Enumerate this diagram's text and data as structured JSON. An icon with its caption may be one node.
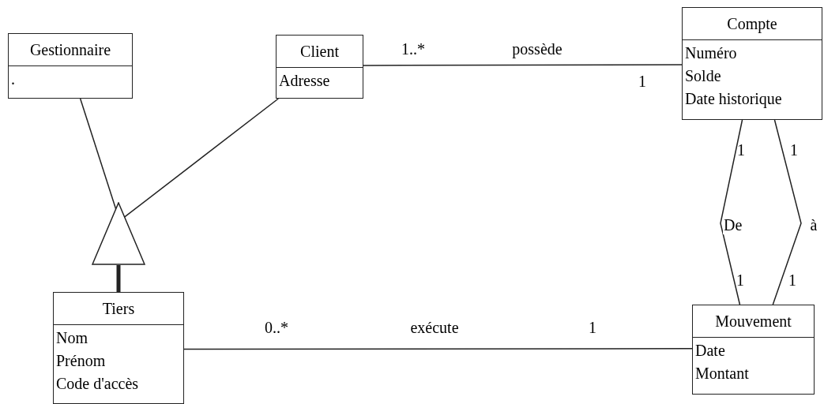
{
  "diagram": {
    "nodes": [
      {
        "text": [
          "Gestionnaire",
          "."
        ]
      },
      {
        "text": [
          "Client",
          "Adresse"
        ]
      },
      {
        "text": [
          "Compte",
          "Numéro",
          "Solde",
          "Date historique"
        ]
      },
      {
        "text": [
          "Tiers",
          "Nom",
          "Prénom",
          "Code d'accès"
        ]
      },
      {
        "text": [
          "Mouvement",
          "Date",
          "Montant"
        ]
      },
      {
        "text": [],
        "shape": "triangle"
      }
    ],
    "edges": [
      {
        "from": 0,
        "to": 5,
        "arrow": "none"
      },
      {
        "from": 1,
        "to": 5,
        "arrow": "none"
      },
      {
        "from": 1,
        "to": 2,
        "arrow": "none",
        "label": "possède"
      },
      {
        "from": 2,
        "to": 4,
        "arrow": "none",
        "label": "De"
      },
      {
        "from": 2,
        "to": 4,
        "arrow": "none",
        "label": "à"
      },
      {
        "from": 3,
        "to": 4,
        "arrow": "none",
        "label": "exécute"
      },
      {
        "from": 5,
        "to": 3,
        "arrow": "none",
        "style": "thick"
      }
    ],
    "labels": [
      "1..*",
      "1",
      "1",
      "1",
      "1",
      "1",
      "0..*",
      "1"
    ]
  }
}
